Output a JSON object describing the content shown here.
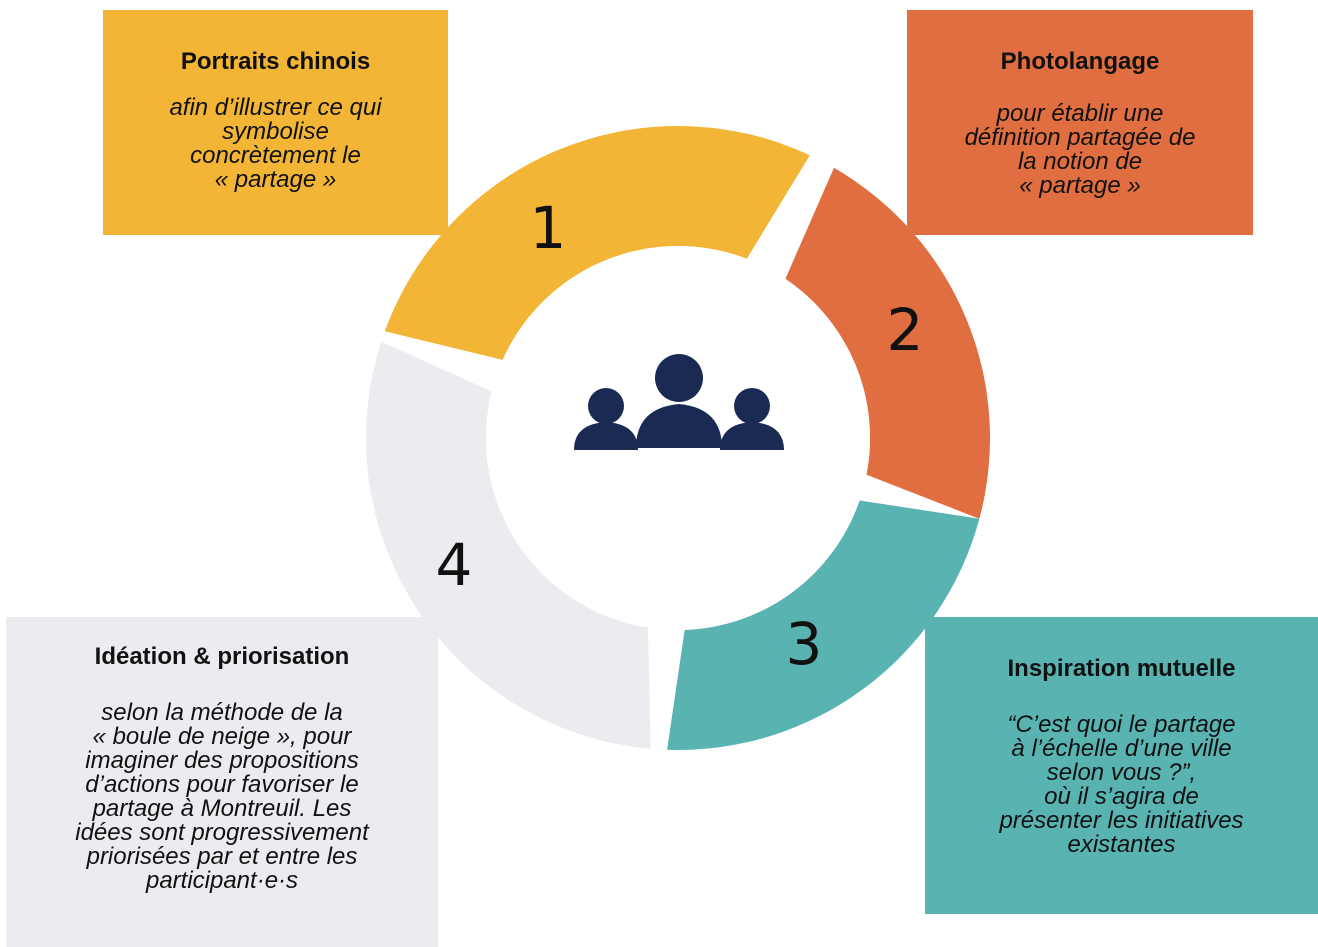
{
  "colors": {
    "step1": "#f2b536",
    "step2": "#e06e40",
    "step3": "#58b3b1",
    "step4": "#ebecf0",
    "people": "#1a2a52"
  },
  "center_icon": "people-group-icon",
  "steps": [
    {
      "number": "1",
      "title": "Portraits chinois",
      "description": "afin d’illustrer ce qui\nsymbolise\nconcrètement le\n« partage »"
    },
    {
      "number": "2",
      "title": "Photolangage",
      "description": "pour établir une\ndéfinition partagée de\nla notion de\n« partage »"
    },
    {
      "number": "3",
      "title": "Inspiration mutuelle",
      "description": "“C’est quoi le partage\nà l’échelle d’une ville\nselon vous ?”,\noù il s’agira de\nprésenter les initiatives\nexistantes"
    },
    {
      "number": "4",
      "title": "Idéation & priorisation",
      "description": "selon la méthode de la\n« boule de neige », pour\nimaginer des propositions\nd’actions pour favoriser le\npartage à Montreuil. Les\nidées sont progressivement\npriorisées par et entre les\nparticipant·e·s"
    }
  ]
}
